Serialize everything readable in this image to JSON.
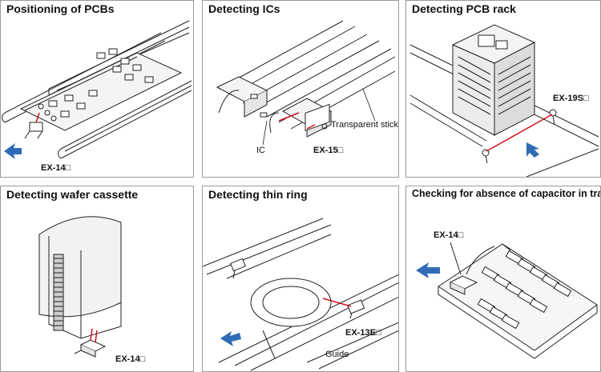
{
  "panels": [
    {
      "title": "Positioning of PCBs",
      "labels": {
        "sensor": "EX-14□"
      }
    },
    {
      "title": "Detecting ICs",
      "labels": {
        "stick": "Transparent stick",
        "ic": "IC",
        "sensor": "EX-15□"
      }
    },
    {
      "title": "Detecting PCB rack",
      "labels": {
        "sensor": "EX-19S□"
      }
    },
    {
      "title": "Detecting wafer cassette",
      "labels": {
        "sensor": "EX-14□"
      }
    },
    {
      "title": "Detecting thin ring",
      "labels": {
        "sensor": "EX-13E□",
        "guide": "Guide"
      }
    },
    {
      "title": "Checking for absence of capacitor in tray",
      "labels": {
        "sensor": "EX-14□"
      }
    }
  ],
  "colors": {
    "arrow": "#2f6cb5",
    "beam": "#d0121b",
    "line": "#222222"
  }
}
